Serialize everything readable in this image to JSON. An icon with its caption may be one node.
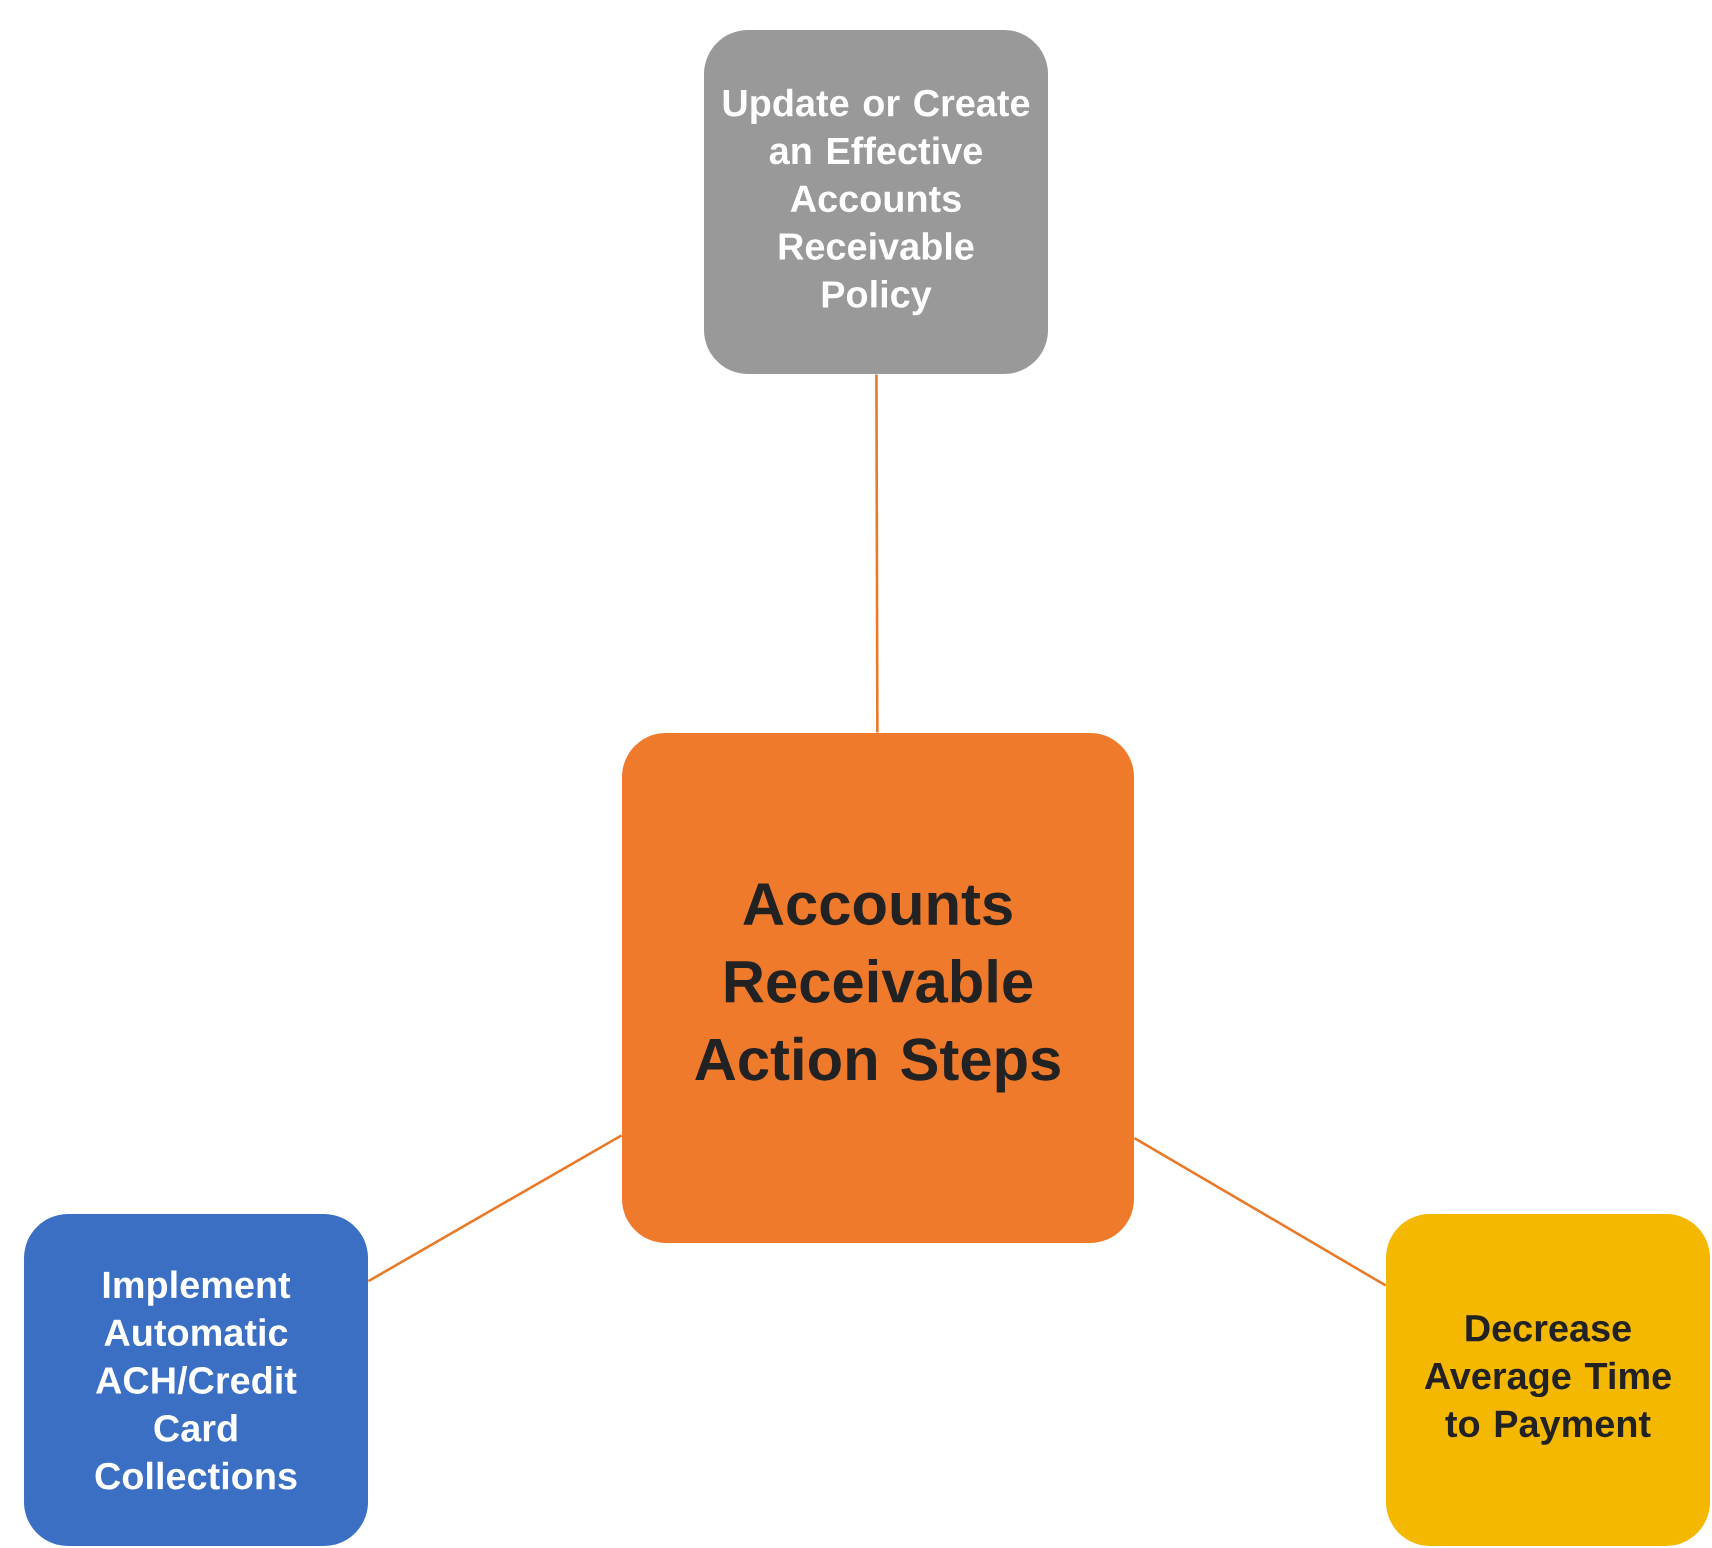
{
  "diagram": {
    "nodes": [
      {
        "text": [
          "Accounts Receivable Action Steps"
        ]
      },
      {
        "text": [
          "Update or Create an Effective Accounts Receivable Policy"
        ]
      },
      {
        "text": [
          "Implement Automatic ACH/Credit Card Collections"
        ]
      },
      {
        "text": [
          "Decrease Average Time to Payment"
        ]
      }
    ],
    "edges": [
      {
        "from": 0,
        "to": 1,
        "arrow": "none"
      },
      {
        "from": 0,
        "to": 2,
        "arrow": "none"
      },
      {
        "from": 0,
        "to": 3,
        "arrow": "none"
      }
    ]
  }
}
